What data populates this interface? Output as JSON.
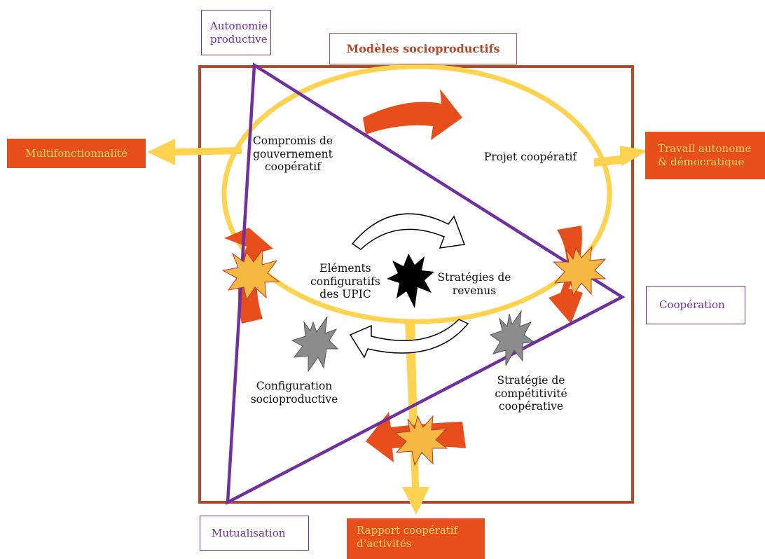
{
  "colors": {
    "frame": "#b5472a",
    "triangle": "#7030a0",
    "ellipse": "#ffd34f",
    "red_arrow": "#e84e1b",
    "burst_orange": "#f5b942",
    "burst_gray": "#8c8c8c",
    "burst_black": "#000000"
  },
  "title": "Modèles socioproductifs",
  "vertices": {
    "top": "Autonomie\nproductive",
    "right": "Coopération",
    "bottom": "Mutualisation"
  },
  "outputs": {
    "left": "Multifonctionnalité",
    "right": "Travail autonome\n& démocratique",
    "bottom": "Rapport coopératif\nd’activités"
  },
  "labels": {
    "compromis": "Compromis de\ngouvernement\ncoopératif",
    "projet": "Projet coopératif",
    "elements": "Eléments\nconfiguratifs\ndes UPIC",
    "strategies_revenus": "Stratégies de\nrevenus",
    "configuration": "Configuration\nsocioproductive",
    "competitivite": "Stratégie de\ncompétitivité\ncoopérative"
  },
  "icons": [
    "block-arrow-icon",
    "circular-arrow-icon",
    "burst-icon",
    "triangle-shape",
    "ellipse-shape"
  ]
}
